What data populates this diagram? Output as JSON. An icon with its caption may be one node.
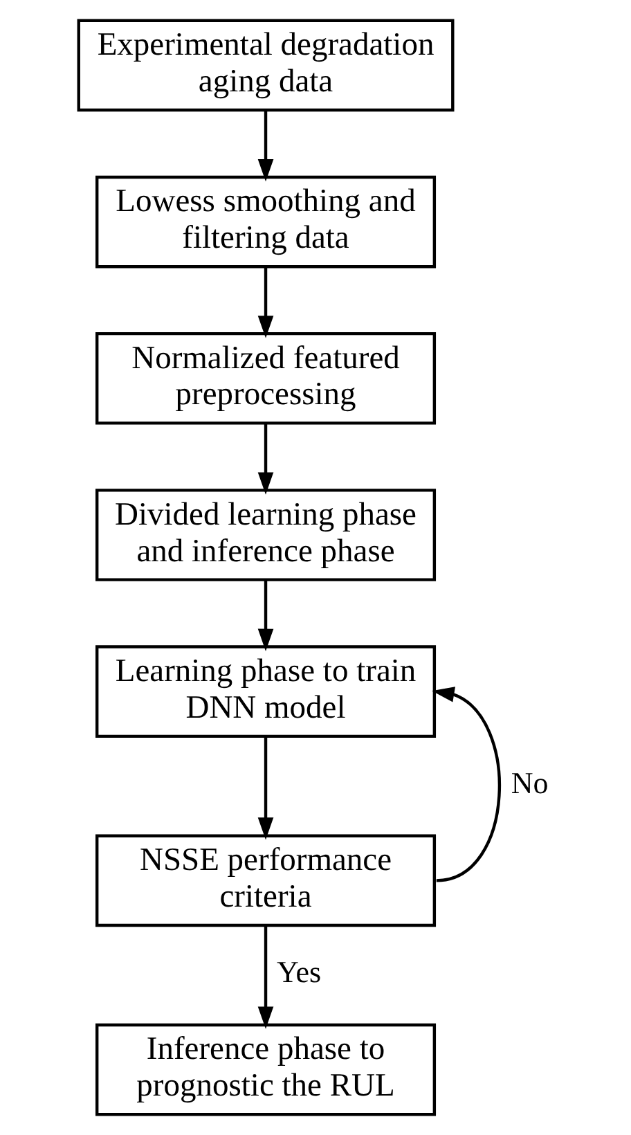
{
  "diagram": {
    "nodes": [
      {
        "text": [
          "Experimental degradation aging data"
        ]
      },
      {
        "text": [
          "Lowess smoothing and filtering data"
        ]
      },
      {
        "text": [
          "Normalized featured preprocessing"
        ]
      },
      {
        "text": [
          "Divided learning phase and inference phase"
        ]
      },
      {
        "text": [
          "Learning phase to train DNN model"
        ]
      },
      {
        "text": [
          "NSSE performance criteria"
        ]
      },
      {
        "text": [
          "Inference phase to prognostic the RUL"
        ]
      }
    ],
    "edges": [
      {
        "from": 0,
        "to": 1,
        "arrow": "to"
      },
      {
        "from": 1,
        "to": 2,
        "arrow": "to"
      },
      {
        "from": 2,
        "to": 3,
        "arrow": "to"
      },
      {
        "from": 3,
        "to": 4,
        "arrow": "to"
      },
      {
        "from": 4,
        "to": 5,
        "arrow": "to"
      },
      {
        "from": 5,
        "to": 6,
        "arrow": "to",
        "label": "Yes"
      },
      {
        "from": 5,
        "to": 4,
        "arrow": "to",
        "label": "No"
      }
    ]
  }
}
